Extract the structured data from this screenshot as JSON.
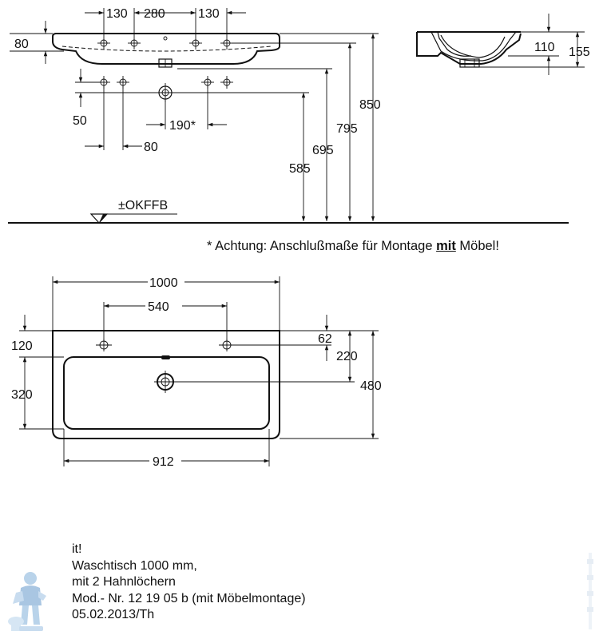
{
  "elevation": {
    "top_dims": [
      "130",
      "280",
      "130"
    ],
    "rim_dim": "80",
    "height_dims": [
      "850",
      "795",
      "695",
      "585"
    ],
    "trap_dims": [
      "50",
      "80",
      "190*"
    ],
    "floor_label": "±OKFFB"
  },
  "side": {
    "dims": [
      "110",
      "155"
    ]
  },
  "note": {
    "before": "* Achtung: Anschlußmaße für Montage ",
    "emphasis": "mit",
    "after": " Möbel!"
  },
  "plan": {
    "width": "1000",
    "tap_spacing": "540",
    "left_dims": [
      "120",
      "320"
    ],
    "right_dims": [
      "62",
      "220",
      "480"
    ],
    "bowl_width": "912"
  },
  "info": {
    "lines": [
      "it!",
      "Waschtisch 1000 mm,",
      "mit 2 Hahnlöchern",
      "Mod.- Nr. 12 19 05 b (mit Möbelmontage)",
      "05.02.2013/Th"
    ]
  },
  "colors": {
    "line": "#111111",
    "logo": "#b9d3ea"
  },
  "icons": {
    "logo": "plumber-figure-icon",
    "watermark": "vertical-watermark-icon"
  }
}
